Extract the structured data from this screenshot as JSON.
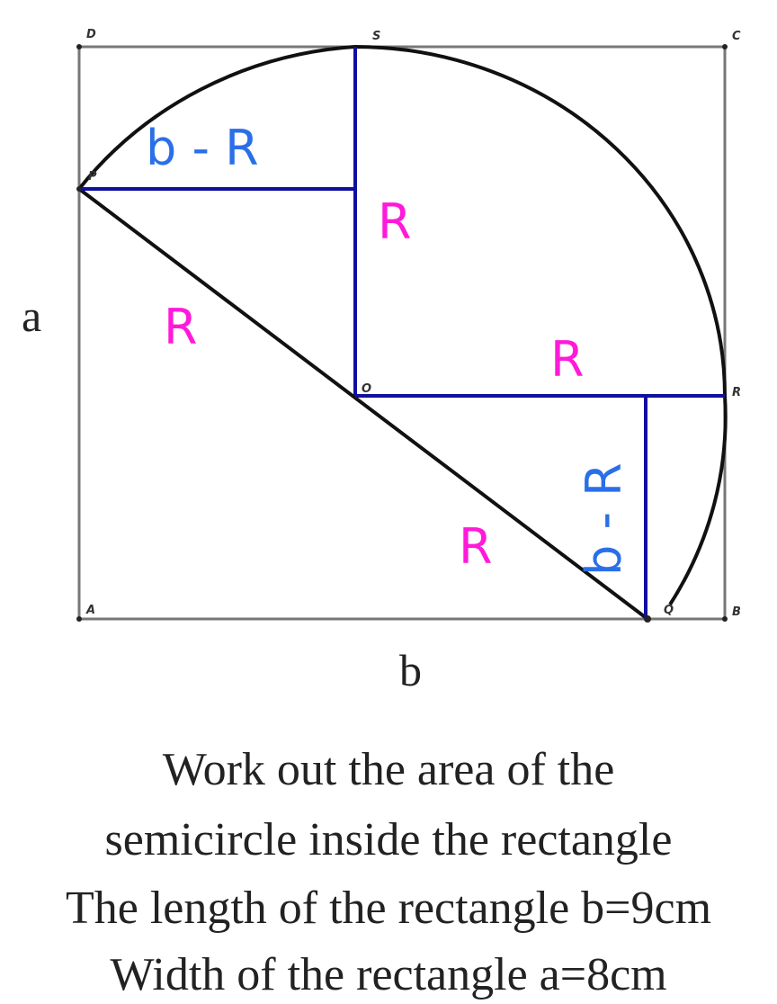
{
  "points": {
    "D": "D",
    "S": "S",
    "C": "C",
    "P": "P",
    "O": "O",
    "R": "R",
    "A": "A",
    "Q": "Q",
    "B": "B"
  },
  "side_labels": {
    "a": "a",
    "b": "b"
  },
  "annotations": {
    "top_left": "b - R",
    "vertical_right": "b - R",
    "r_vertical": "R",
    "r_diag_upper": "R",
    "r_horizontal": "R",
    "r_diag_lower": "R"
  },
  "colors": {
    "blue_line": "#1010a0",
    "blue_text": "#2a6fe8",
    "magenta": "#ff1ad9",
    "black": "#111111"
  },
  "caption": [
    "Work out  the area of the",
    "semicircle inside the rectangle",
    "The length of the rectangle b=9cm",
    "Width of the rectangle  a=8cm"
  ]
}
